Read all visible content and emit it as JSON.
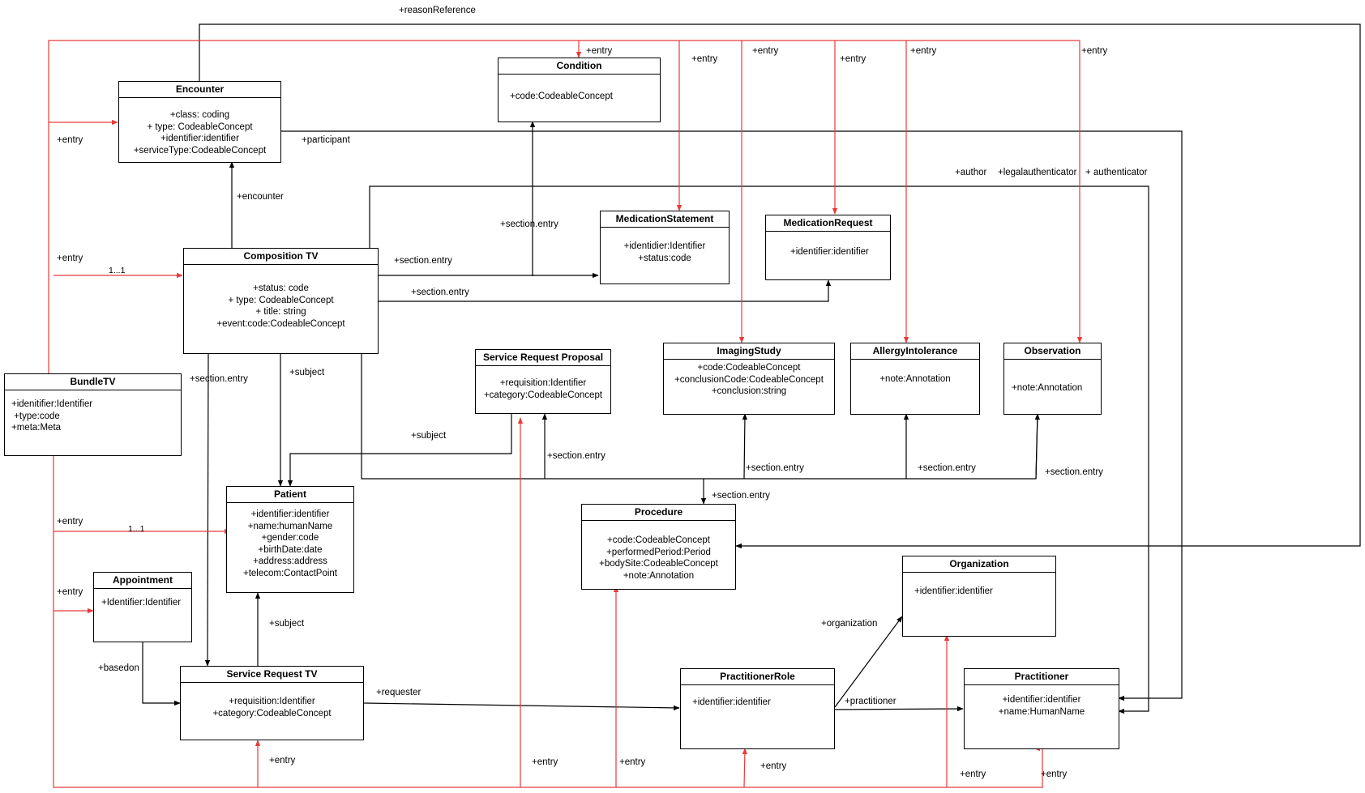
{
  "classes": {
    "encounter": {
      "name": "Encounter",
      "attrs": [
        "+class: coding",
        "+ type: CodeableConcept",
        "+identifier:identifier",
        "+serviceType:CodeableConcept"
      ]
    },
    "condition": {
      "name": "Condition",
      "attrs": [
        "+code:CodeableConcept"
      ]
    },
    "composition": {
      "name": "Composition TV",
      "attrs": [
        "+status: code",
        "+ type: CodeableConcept",
        "+ title: string",
        "+event:code:CodeableConcept"
      ]
    },
    "medication_statement": {
      "name": "MedicationStatement",
      "attrs": [
        "+identidier:Identifier",
        "+status:code"
      ]
    },
    "medication_request": {
      "name": "MedicationRequest",
      "attrs": [
        "+identifier:identifier"
      ]
    },
    "bundle": {
      "name": "BundleTV",
      "attrs": [
        "+idenitifier:Identifier",
        " +type:code",
        "+meta:Meta"
      ]
    },
    "service_request_proposal": {
      "name": "Service Request Proposal",
      "attrs": [
        "+requisition:Identifier",
        "+category:CodeableConcept"
      ]
    },
    "imaging_study": {
      "name": "ImagingStudy",
      "attrs": [
        "+code:CodeableConcept",
        "+conclusionCode:CodeableConcept",
        "+conclusion:string"
      ]
    },
    "allergy": {
      "name": "AllergyIntolerance",
      "attrs": [
        "+note:Annotation"
      ]
    },
    "observation": {
      "name": "Observation",
      "attrs": [
        "+note:Annotation"
      ]
    },
    "patient": {
      "name": "Patient",
      "attrs": [
        "+identifier:identifier",
        "+name:humanName",
        "+gender:code",
        "+birthDate:date",
        "+address:address",
        "+telecom:ContactPoint"
      ]
    },
    "procedure": {
      "name": "Procedure",
      "attrs": [
        "+code:CodeableConcept",
        "+performedPeriod:Period",
        "+bodySite:CodeableConcept",
        "+note:Annotation"
      ]
    },
    "organization": {
      "name": "Organization",
      "attrs": [
        "+identifier:identifier"
      ]
    },
    "appointment": {
      "name": "Appointment",
      "attrs": [
        "+Identifier:Identifier"
      ]
    },
    "service_request": {
      "name": "Service Request TV",
      "attrs": [
        "+requisition:Identifier",
        "+category:CodeableConcept"
      ]
    },
    "practitioner_role": {
      "name": "PractitionerRole",
      "attrs": [
        "+identifier:identifier"
      ]
    },
    "practitioner": {
      "name": "Practitioner",
      "attrs": [
        "+identifier:identifier",
        "+name:HumanName"
      ]
    }
  },
  "labels": {
    "reason_reference": "+reasonReference",
    "entry_condition": "+entry",
    "entry_medstatement": "+entry",
    "entry_imaging": "+entry",
    "entry_medrequest": "+entry",
    "entry_allergy": "+entry",
    "entry_observation": "+entry",
    "entry_encounter": "+entry",
    "participant": "+participant",
    "author": "+author",
    "legal_authenticator": "+legalauthenticator",
    "authenticator": "+ authenticator",
    "encounter_role": "+encounter",
    "section_entry_condition": "+section.entry",
    "entry_composition": "+entry",
    "mult_composition": "1...1",
    "section_entry_medstatement": "+section.entry",
    "section_entry_medrequest": "+section.entry",
    "section_entry_service": "+section.entry",
    "subject_comp_patient": "+subject",
    "subject_srp_patient": "+subject",
    "section_entry_srp": "+section.entry",
    "section_entry_imaging": "+section.entry",
    "section_entry_allergy": "+section.entry",
    "section_entry_observation": "+section.entry",
    "section_entry_procedure": "+section.entry",
    "entry_patient": "+entry",
    "mult_patient": "1...1",
    "entry_appointment": "+entry",
    "subject_sr_patient": "+subject",
    "basedon": "+basedon",
    "requester": "+requester",
    "organization_role": "+organization",
    "practitioner_role_label": "+practitioner",
    "entry_service_request": "+entry",
    "entry_srp": "+entry",
    "entry_procedure": "+entry",
    "entry_practitioner_role": "+entry",
    "entry_organization": "+entry",
    "entry_practitioner": "+entry"
  },
  "colors": {
    "black_line": "#000000",
    "red_line": "#e83a3a"
  }
}
